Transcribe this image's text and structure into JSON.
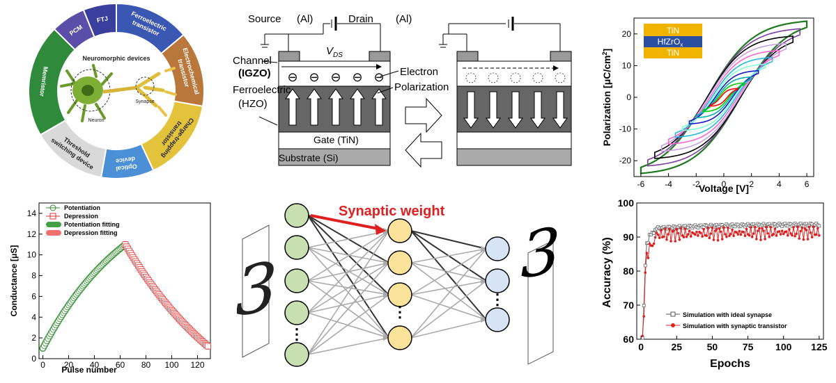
{
  "wheel": {
    "center_title": "Neuromorphic devices",
    "neuron_label": "Neuron",
    "synapse_label": "Synapse",
    "segments": [
      {
        "label": "PCM",
        "color": "#5b4ea8"
      },
      {
        "label": "FTJ",
        "color": "#3a3f9e"
      },
      {
        "label": "Ferroelectric transistor",
        "color": "#3b57b4"
      },
      {
        "label": "Electrochemical transistor",
        "color": "#b9773c"
      },
      {
        "label": "Charge-trapping transistor",
        "color": "#e3c33c"
      },
      {
        "label": "Optical device",
        "color": "#4b8fd6"
      },
      {
        "label": "Threshold switching device",
        "color": "#d9d9d9"
      },
      {
        "label": "Memristor",
        "color": "#2f8a3c"
      }
    ]
  },
  "device": {
    "source": "Source",
    "drain": "Drain",
    "al": "(Al)",
    "vds_v": "V",
    "vds_sub": "DS",
    "channel": "Channel",
    "channel_mat": "(IGZO)",
    "ferroelectric": "Ferroelectric",
    "ferro_mat": "(HZO)",
    "electron": "Electron",
    "polarization": "Polarization",
    "gate": "Gate (TiN)",
    "substrate": "Substrate (Si)",
    "electron_symbol": "⊖"
  },
  "pe_loop": {
    "ylabel_main": "Polarization [μC/cm",
    "ylabel_sup": "2",
    "ylabel_end": "]",
    "xlabel": "Voltage [V]",
    "xticks": [
      "-6",
      "-4",
      "-2",
      "0",
      "2",
      "4",
      "6"
    ],
    "yticks": [
      "20",
      "10",
      "0",
      "-10",
      "-20"
    ],
    "stack": {
      "top": "TiN",
      "middle": "HfZrO",
      "middle_sub": "x",
      "bottom": "TiN"
    },
    "loop_colors": [
      "#1f7a1f",
      "#7b3fa0",
      "#000000",
      "#c8a0e0",
      "#ff66cc",
      "#22bbdd",
      "#7fffd4",
      "#1515c8",
      "#00b0b0",
      "#00cc00",
      "#ff0000"
    ]
  },
  "conductance": {
    "ylabel": "Conductance [μS]",
    "xlabel": "Pulse number",
    "xticks": [
      "0",
      "20",
      "40",
      "60",
      "80",
      "100",
      "120"
    ],
    "yticks": [
      "0",
      "2",
      "4",
      "6",
      "8",
      "10",
      "12",
      "14"
    ],
    "legend": [
      "Potentiation",
      "Depression",
      "Potentiation fitting",
      "Depression fitting"
    ]
  },
  "network": {
    "title": "Synaptic weight",
    "digit": "3",
    "dots": "⋮"
  },
  "accuracy": {
    "ylabel": "Accuracy (%)",
    "xlabel": "Epochs",
    "xticks": [
      "0",
      "25",
      "50",
      "75",
      "100",
      "125"
    ],
    "yticks": [
      "60",
      "70",
      "80",
      "90",
      "100"
    ],
    "legend": [
      "Simulation with ideal synapse",
      "Simulation with synaptic transistor"
    ]
  },
  "chart_data": [
    {
      "type": "line",
      "xlabel": "Voltage [V]",
      "ylabel": "Polarization [μC/cm2]",
      "xlim": [
        -6.5,
        6.5
      ],
      "ylim": [
        -25,
        25
      ],
      "series_amplitudes_V": [
        6,
        5.5,
        5,
        4.5,
        4,
        3.5,
        3,
        2.5,
        2,
        1.5,
        1
      ],
      "max_polarization": 24
    },
    {
      "type": "scatter",
      "xlabel": "Pulse number",
      "ylabel": "Conductance [μS]",
      "xlim": [
        0,
        130
      ],
      "ylim": [
        0,
        15
      ],
      "series": [
        {
          "name": "Potentiation",
          "x_range": [
            0,
            64
          ],
          "y_start": 1.0,
          "y_end": 11.0
        },
        {
          "name": "Depression",
          "x_range": [
            64,
            128
          ],
          "y_start": 11.0,
          "y_end": 1.2
        }
      ]
    },
    {
      "type": "line",
      "xlabel": "Epochs",
      "ylabel": "Accuracy (%)",
      "xlim": [
        0,
        125
      ],
      "ylim": [
        60,
        100
      ],
      "series": [
        {
          "name": "Simulation with ideal synapse",
          "plateau": 93.5,
          "start": 60
        },
        {
          "name": "Simulation with synaptic transistor",
          "plateau": 91.5,
          "start": 60
        }
      ]
    }
  ]
}
